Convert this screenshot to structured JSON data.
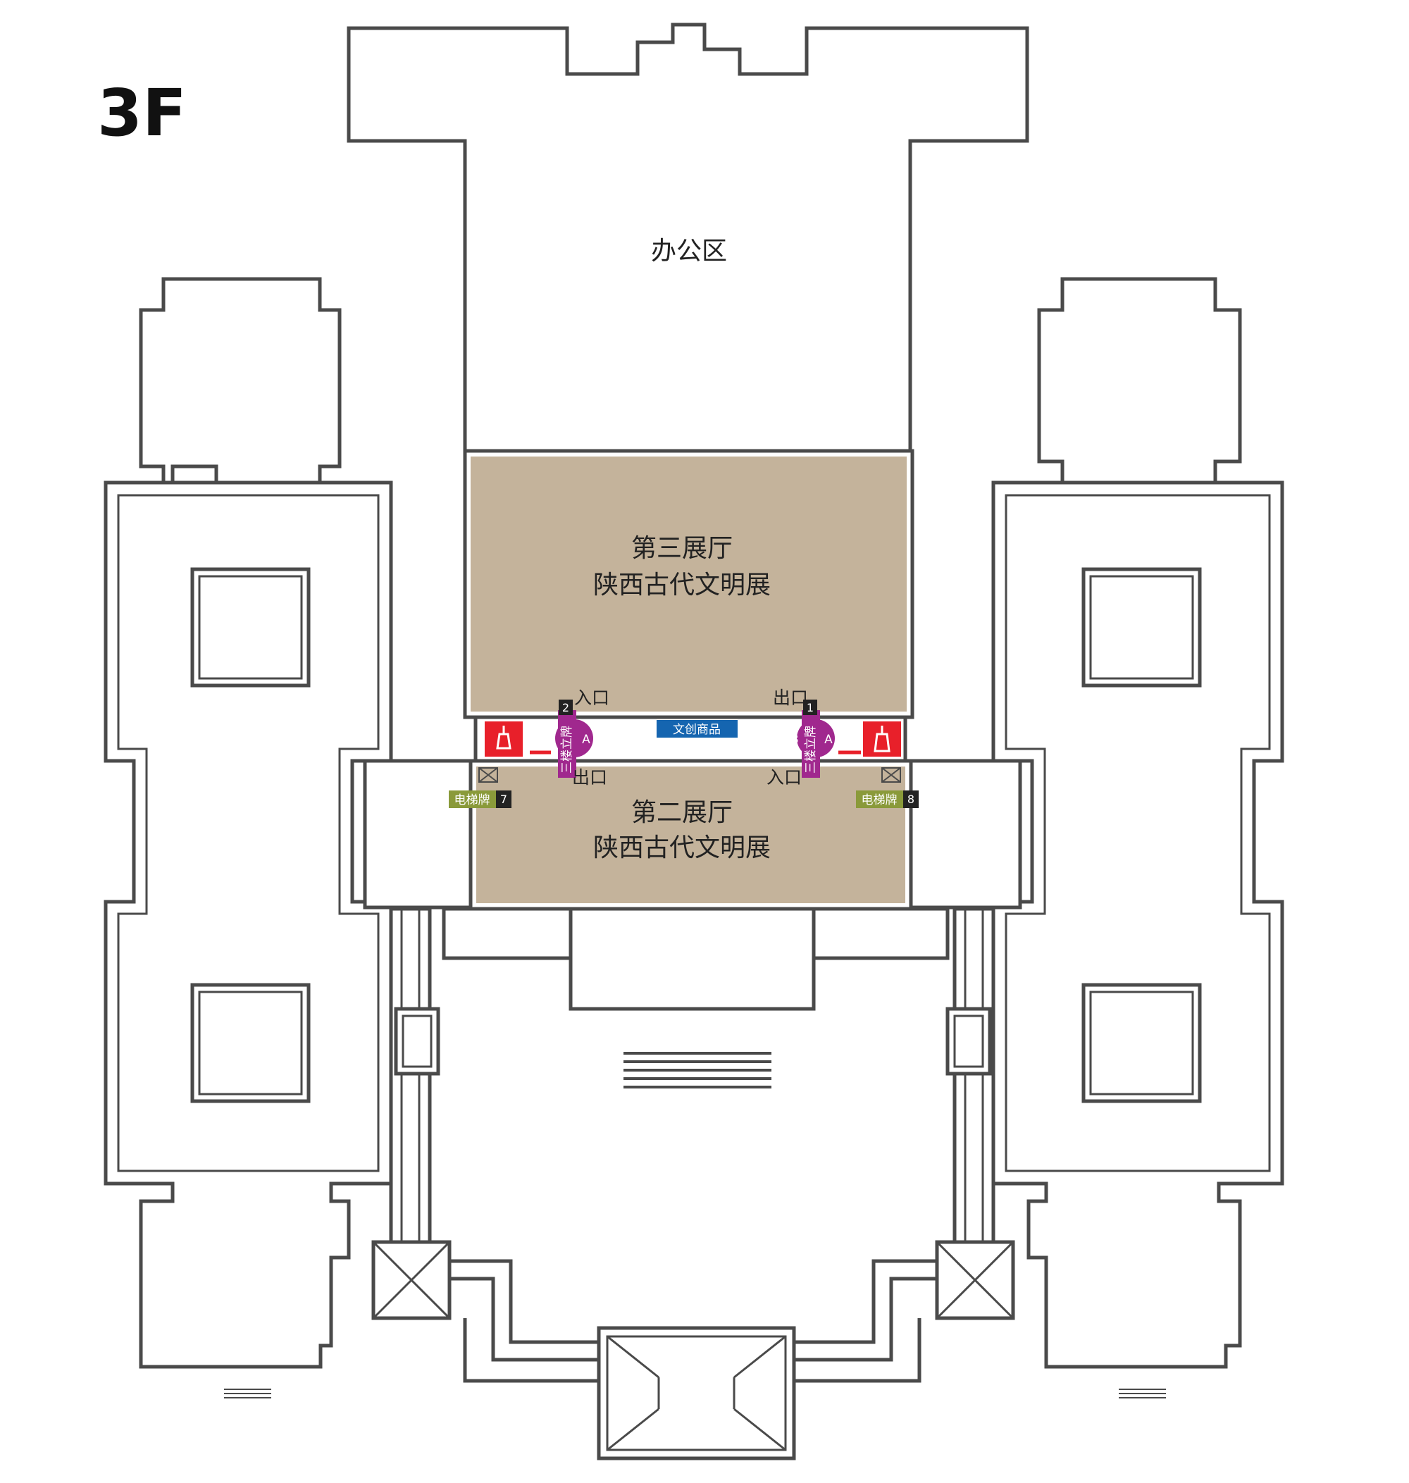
{
  "floor": "3F",
  "rooms": {
    "office": "办公区",
    "hall3_line1": "第三展厅",
    "hall3_line2": "陕西古代文明展",
    "hall2_line1": "第二展厅",
    "hall2_line2": "陕西古代文明展"
  },
  "door_labels": {
    "entrance": "入口",
    "exit": "出口"
  },
  "signs": {
    "shop": "文创商品",
    "floor_stand": "三楼立牌",
    "stand_left_number": "2",
    "stand_right_number": "1",
    "side_a": "A",
    "side_b": "B",
    "elevator_sign": "电梯牌",
    "elevator_left_number": "7",
    "elevator_right_number": "8"
  },
  "colors": {
    "hall_fill": "#c4b39b",
    "wall": "#4a4a4a",
    "toilet_red": "#e8202a",
    "stand_purple": "#a0288e",
    "shop_blue": "#1565b0",
    "elevator_olive": "#8a9a3a",
    "number_black": "#222222"
  },
  "icons": [
    "restroom-icon-left",
    "restroom-icon-right",
    "elevator-icon-left",
    "elevator-icon-right",
    "stairs-icon"
  ]
}
